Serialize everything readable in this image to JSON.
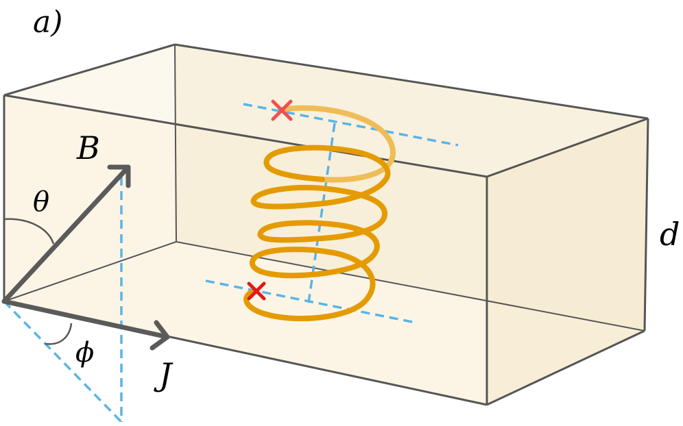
{
  "panel_label": "a)",
  "labels": {
    "B": "B",
    "J": "J",
    "theta": "θ",
    "phi": "ϕ",
    "d": "d"
  },
  "colors": {
    "box_fill": "#fbf3e2",
    "box_edge": "#555555",
    "vector": "#5a5a5a",
    "projection": "#5ab4e5",
    "helix": "#e49b00",
    "marker": "#e52a2a"
  }
}
